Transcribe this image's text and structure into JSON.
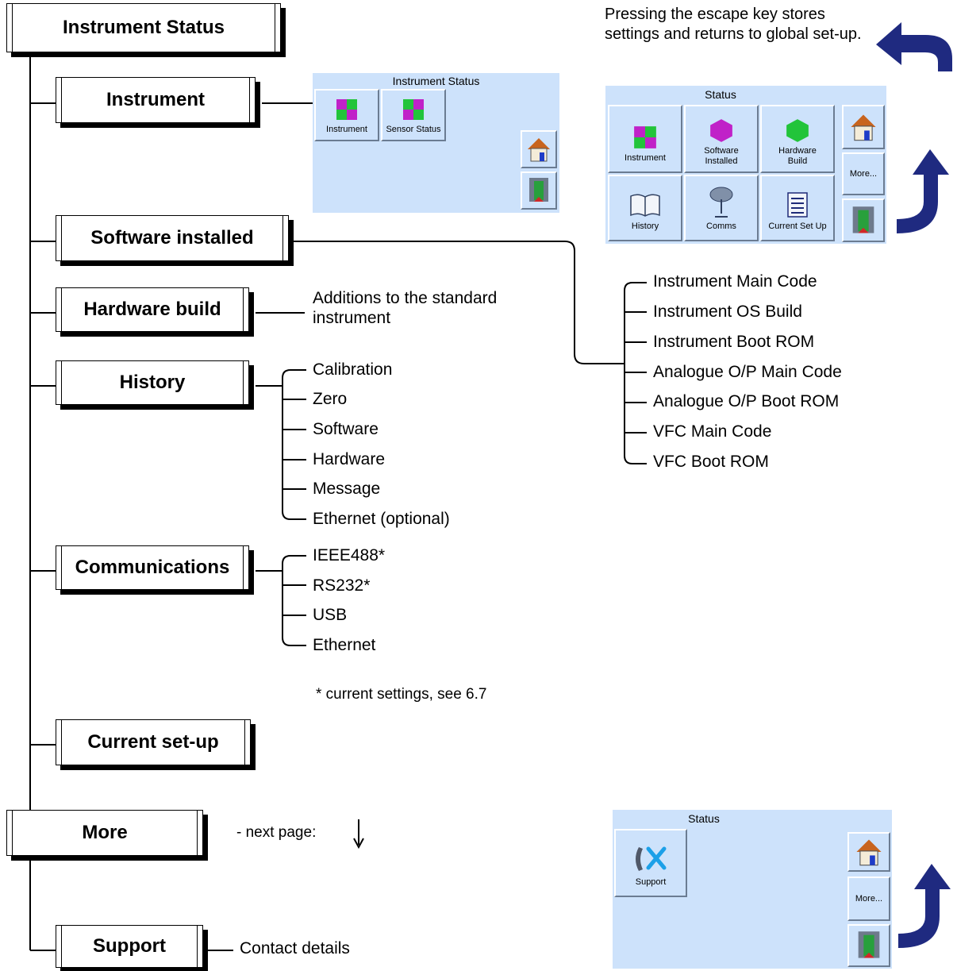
{
  "boxes": {
    "instrument_status": "Instrument Status",
    "instrument": "Instrument",
    "software_installed": "Software installed",
    "hardware_build": "Hardware build",
    "history": "History",
    "communications": "Communications",
    "current_setup": "Current set-up",
    "more": "More",
    "support": "Support"
  },
  "hardware_note": "Additions to the standard instrument",
  "history_items": [
    "Calibration",
    "Zero",
    "Software",
    "Hardware",
    "Message",
    "Ethernet (optional)"
  ],
  "comms_items": [
    "IEEE488*",
    "RS232*",
    "USB",
    "Ethernet"
  ],
  "comms_footnote": "* current settings, see 6.7",
  "software_items": [
    "Instrument Main Code",
    "Instrument OS Build",
    "Instrument Boot ROM",
    "Analogue O/P Main Code",
    "Analogue O/P Boot ROM",
    "VFC Main Code",
    "VFC Boot ROM"
  ],
  "more_note": "- next page:",
  "support_note": "Contact details",
  "escape_note": "Pressing the escape key stores settings and returns to global set-up.",
  "screen1": {
    "title": "Instrument Status",
    "tiles": [
      "Instrument",
      "Sensor Status"
    ]
  },
  "screen2": {
    "title": "Status",
    "tiles": [
      "Instrument",
      "Software Installed",
      "Hardware Build",
      "History",
      "Comms",
      "Current Set Up"
    ],
    "more": "More..."
  },
  "screen3": {
    "title": "Status",
    "tiles": [
      "Support"
    ],
    "more": "More..."
  },
  "colors": {
    "screen_bg": "#cde2fb",
    "arrow": "#1f2a80",
    "cube_green": "#22c43a",
    "cube_magenta": "#c021c8"
  }
}
